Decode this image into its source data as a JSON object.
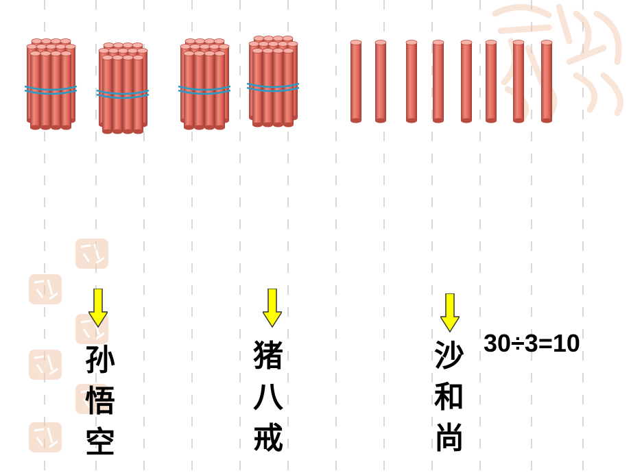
{
  "scene": {
    "bundles_count": 4,
    "loose_sticks_count": 8,
    "colors": {
      "stick": "#e3675a",
      "stick_dark": "#b94a40",
      "band": "#2a9ac7",
      "arrow_fill": "#ffff00",
      "stamp": "#f0c3a8"
    }
  },
  "characters": [
    {
      "name": [
        "孙",
        "悟",
        "空"
      ]
    },
    {
      "name": [
        "猪",
        "八",
        "戒"
      ]
    },
    {
      "name": [
        "沙",
        "和",
        "尚"
      ]
    }
  ],
  "equation": "30÷3=10"
}
